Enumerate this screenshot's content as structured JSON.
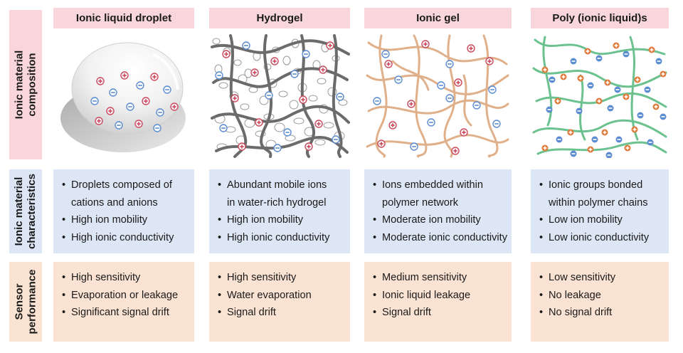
{
  "row_labels": {
    "composition": "Ionic material\ncomposition",
    "characteristics": "Ionic material\ncharacteristics",
    "performance": "Sensor\nperformance"
  },
  "columns": [
    {
      "header": "Ionic liquid droplet",
      "characteristics": [
        "Droplets composed of",
        "cations and anions",
        "High ion mobility",
        "High ionic conductivity"
      ],
      "char_bullets": [
        "•",
        "",
        "•",
        "•"
      ],
      "performance": [
        "High sensitivity",
        "Evaporation or leakage",
        "Significant signal drift"
      ]
    },
    {
      "header": "Hydrogel",
      "characteristics": [
        "Abundant mobile ions",
        "in water-rich hydrogel",
        "High ion mobility",
        "High ionic conductivity"
      ],
      "char_bullets": [
        "•",
        "",
        "•",
        "•"
      ],
      "performance": [
        "High sensitivity",
        "Water evaporation",
        "Signal drift"
      ]
    },
    {
      "header": "Ionic gel",
      "characteristics": [
        "Ions embedded within",
        "polymer network",
        "Moderate ion mobility",
        "Moderate ionic conductivity"
      ],
      "char_bullets": [
        "•",
        "",
        "•",
        "•"
      ],
      "performance": [
        "Medium sensitivity",
        "Ionic liquid leakage",
        "Signal drift"
      ]
    },
    {
      "header": "Poly (ionic liquid)s",
      "characteristics": [
        "Ionic groups bonded",
        "within polymer chains",
        "Low ion mobility",
        "Low ionic conductivity"
      ],
      "char_bullets": [
        "•",
        "",
        "•",
        "•"
      ],
      "performance": [
        "Low sensitivity",
        "No leakage",
        "No signal drift"
      ]
    }
  ],
  "colors": {
    "pink": "#f9d6dc",
    "blue": "#dde6f4",
    "peach": "#fbe3d3",
    "cation": "#c9485b",
    "anion": "#5b8ccf",
    "hydrogel_chain": "#6b6b6b",
    "ionic_gel_chain": "#e0b08a",
    "pil_chain": "#6cc28f",
    "pil_cation": "#e07a3a"
  }
}
